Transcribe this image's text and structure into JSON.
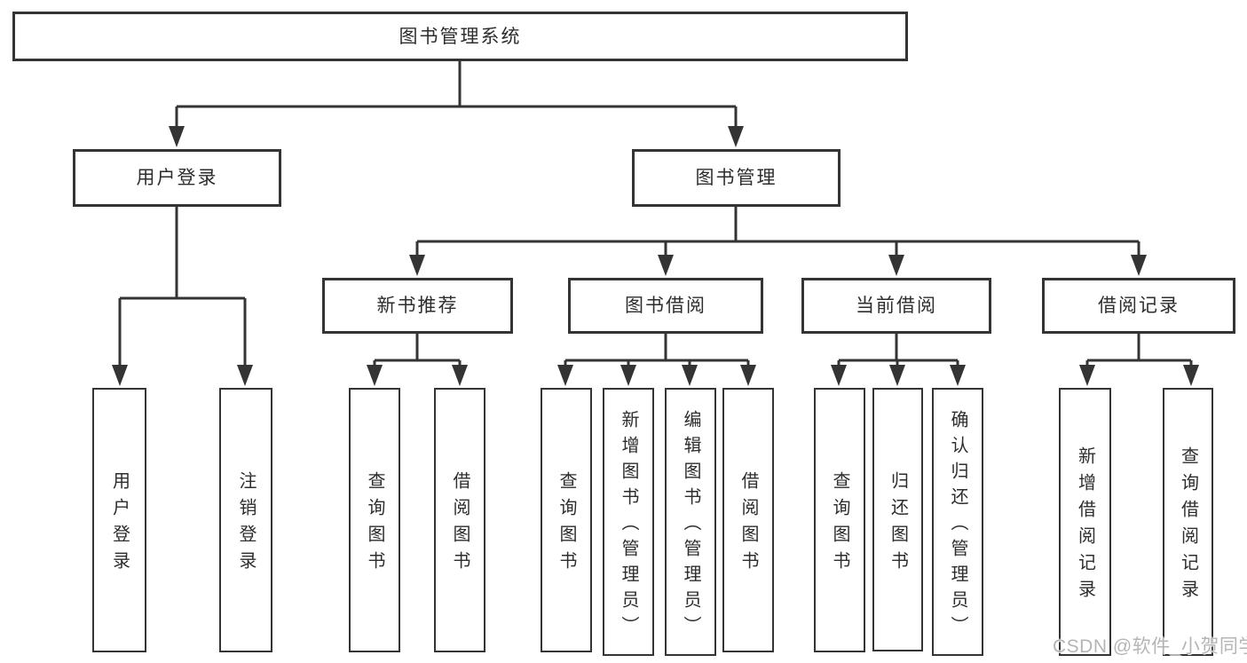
{
  "colors": {
    "line": "#343434",
    "text": "#2d2d2d",
    "box_background": "#ffffff",
    "page_background": "#ffffff",
    "watermark": "#b5b5b5"
  },
  "watermark": {
    "text": "CSDN @软件_小贺同学"
  },
  "nodes": {
    "library-system": {
      "label": "图书管理系统",
      "parent": null
    },
    "user-login-branch": {
      "label": "用户登录",
      "parent": "library-system"
    },
    "book-management": {
      "label": "图书管理",
      "parent": "library-system"
    },
    "user-login": {
      "label": "用户登录",
      "parent": "user-login-branch"
    },
    "logout-login": {
      "label": "注销登录",
      "parent": "user-login-branch"
    },
    "new-book-recommend": {
      "label": "新书推荐",
      "parent": "book-management"
    },
    "book-borrowing": {
      "label": "图书借阅",
      "parent": "book-management"
    },
    "current-borrowing": {
      "label": "当前借阅",
      "parent": "book-management"
    },
    "borrowing-records": {
      "label": "借阅记录",
      "parent": "book-management"
    },
    "query-books-recommend": {
      "label": "查询图书",
      "parent": "new-book-recommend"
    },
    "borrow-books-recommend": {
      "label": "借阅图书",
      "parent": "new-book-recommend"
    },
    "query-books-borrowing": {
      "label": "查询图书",
      "parent": "book-borrowing"
    },
    "add-books-admin": {
      "label": "新增图书（管理员）",
      "parent": "book-borrowing"
    },
    "edit-books-admin": {
      "label": "编辑图书（管理员）",
      "parent": "book-borrowing"
    },
    "borrow-books-borrowing": {
      "label": "借阅图书",
      "parent": "book-borrowing"
    },
    "query-books-current": {
      "label": "查询图书",
      "parent": "current-borrowing"
    },
    "return-books": {
      "label": "归还图书",
      "parent": "current-borrowing"
    },
    "confirm-return-admin": {
      "label": "确认归还（管理员）",
      "parent": "current-borrowing"
    },
    "add-borrow-record": {
      "label": "新增借阅记录",
      "parent": "borrowing-records"
    },
    "query-borrow-record": {
      "label": "查询借阅记录",
      "parent": "borrowing-records"
    }
  }
}
